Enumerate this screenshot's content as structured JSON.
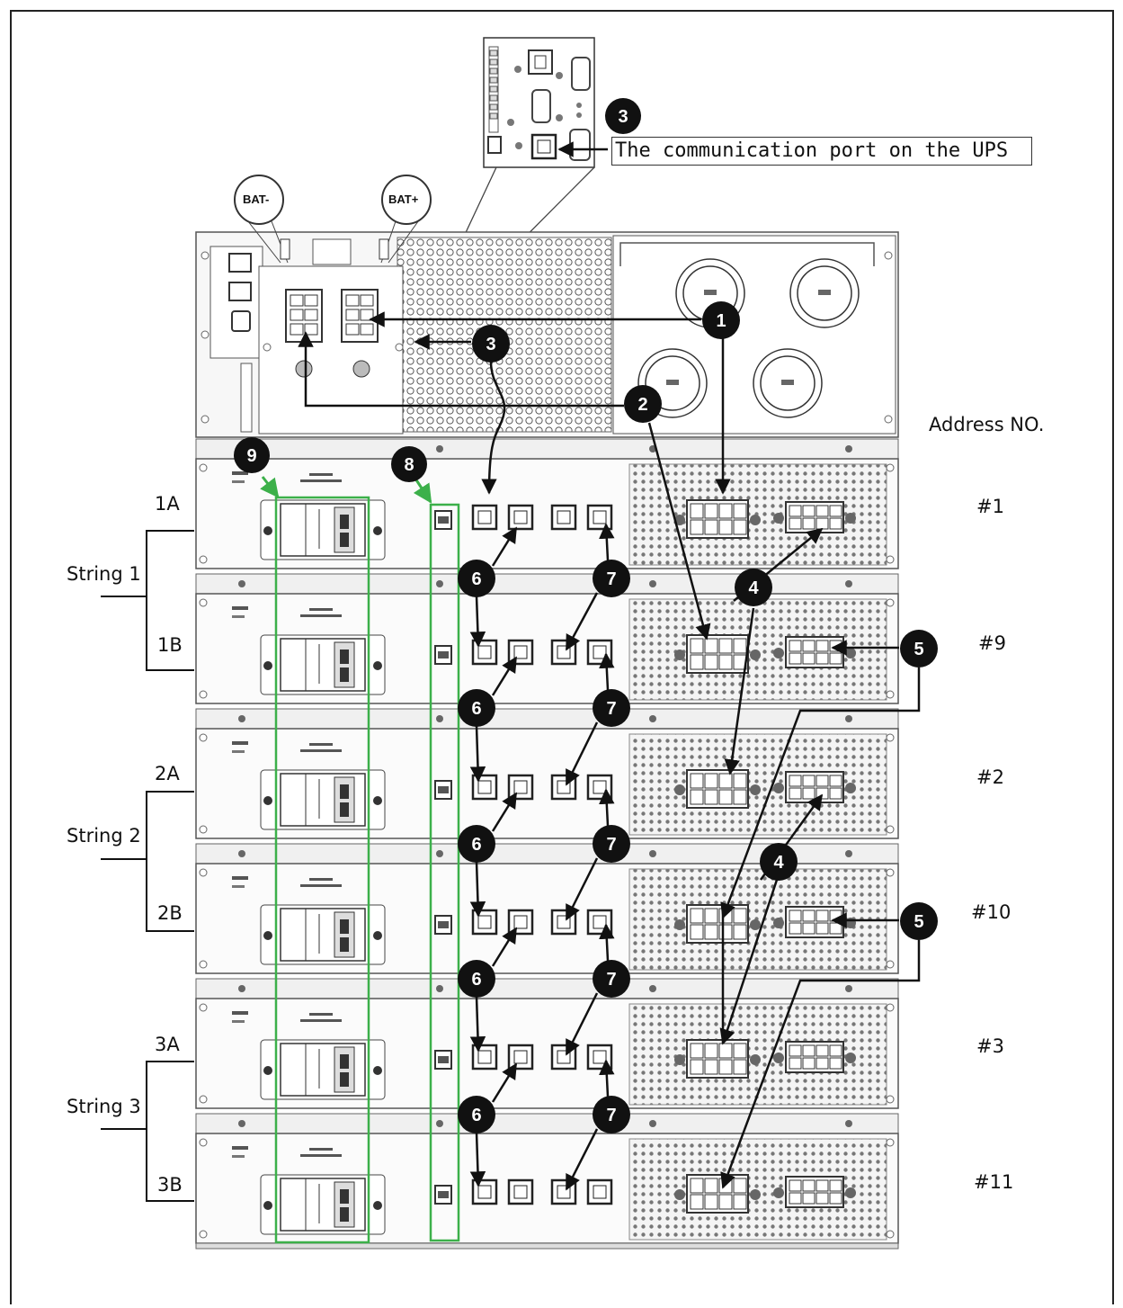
{
  "communication_label": "The communication port on the UPS",
  "bat_minus": "BAT-",
  "bat_plus": "BAT+",
  "address_title": "Address NO.",
  "strings": [
    {
      "label": "String 1",
      "top": "1A",
      "bottom": "1B"
    },
    {
      "label": "String 2",
      "top": "2A",
      "bottom": "2B"
    },
    {
      "label": "String 3",
      "top": "3A",
      "bottom": "3B"
    }
  ],
  "addresses": [
    "#1",
    "#9",
    "#2",
    "#10",
    "#3",
    "#11"
  ],
  "callouts": {
    "n1": "1",
    "n2": "2",
    "n3": "3",
    "n4": "4",
    "n5": "5",
    "n6": "6",
    "n7": "7",
    "n8": "8",
    "n9": "9"
  },
  "colors": {
    "highlight": "#3cb04a",
    "marker": "#111111",
    "panel": "#f2f2f2"
  }
}
